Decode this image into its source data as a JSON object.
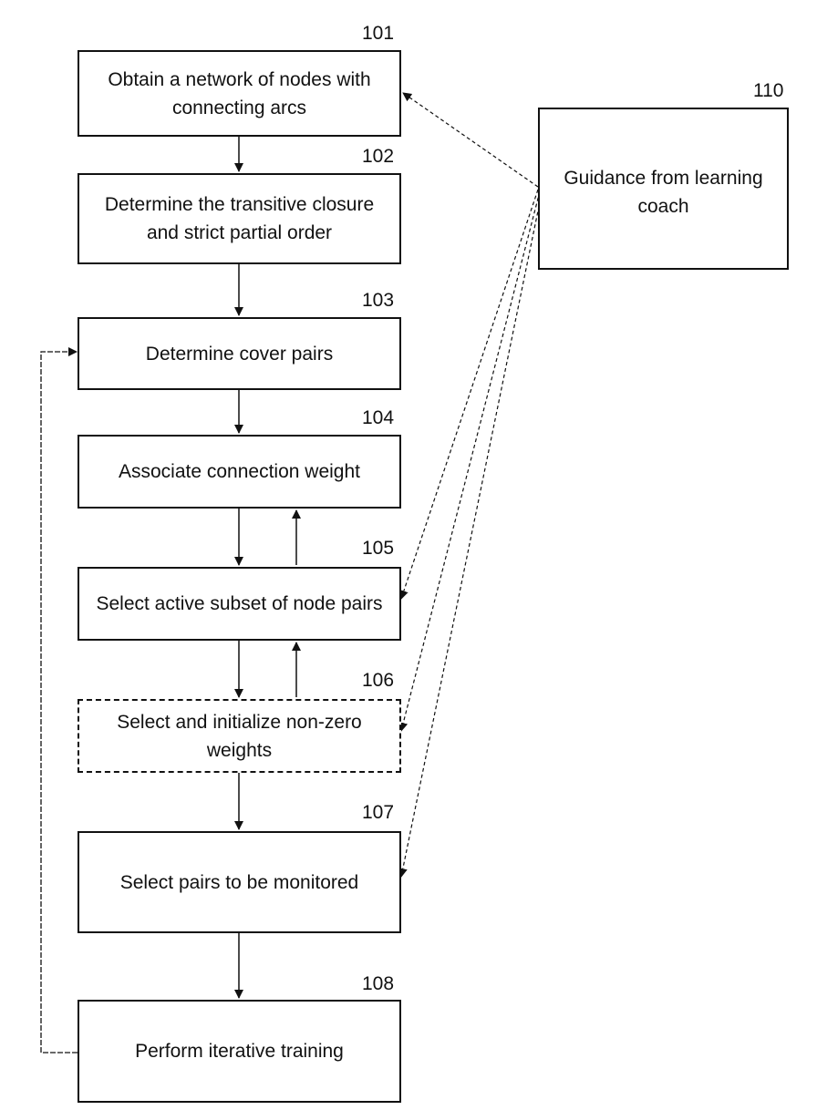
{
  "steps": [
    {
      "id": "101",
      "text": "Obtain a network of nodes with connecting arcs"
    },
    {
      "id": "102",
      "text": "Determine the transitive closure and strict partial order"
    },
    {
      "id": "103",
      "text": "Determine cover pairs"
    },
    {
      "id": "104",
      "text": "Associate connection weight"
    },
    {
      "id": "105",
      "text": "Select active subset of node pairs"
    },
    {
      "id": "106",
      "text": "Select and initialize non-zero weights"
    },
    {
      "id": "107",
      "text": "Select pairs to be monitored"
    },
    {
      "id": "108",
      "text": "Perform iterative training"
    }
  ],
  "coach": {
    "id": "110",
    "text": "Guidance from learning coach"
  }
}
